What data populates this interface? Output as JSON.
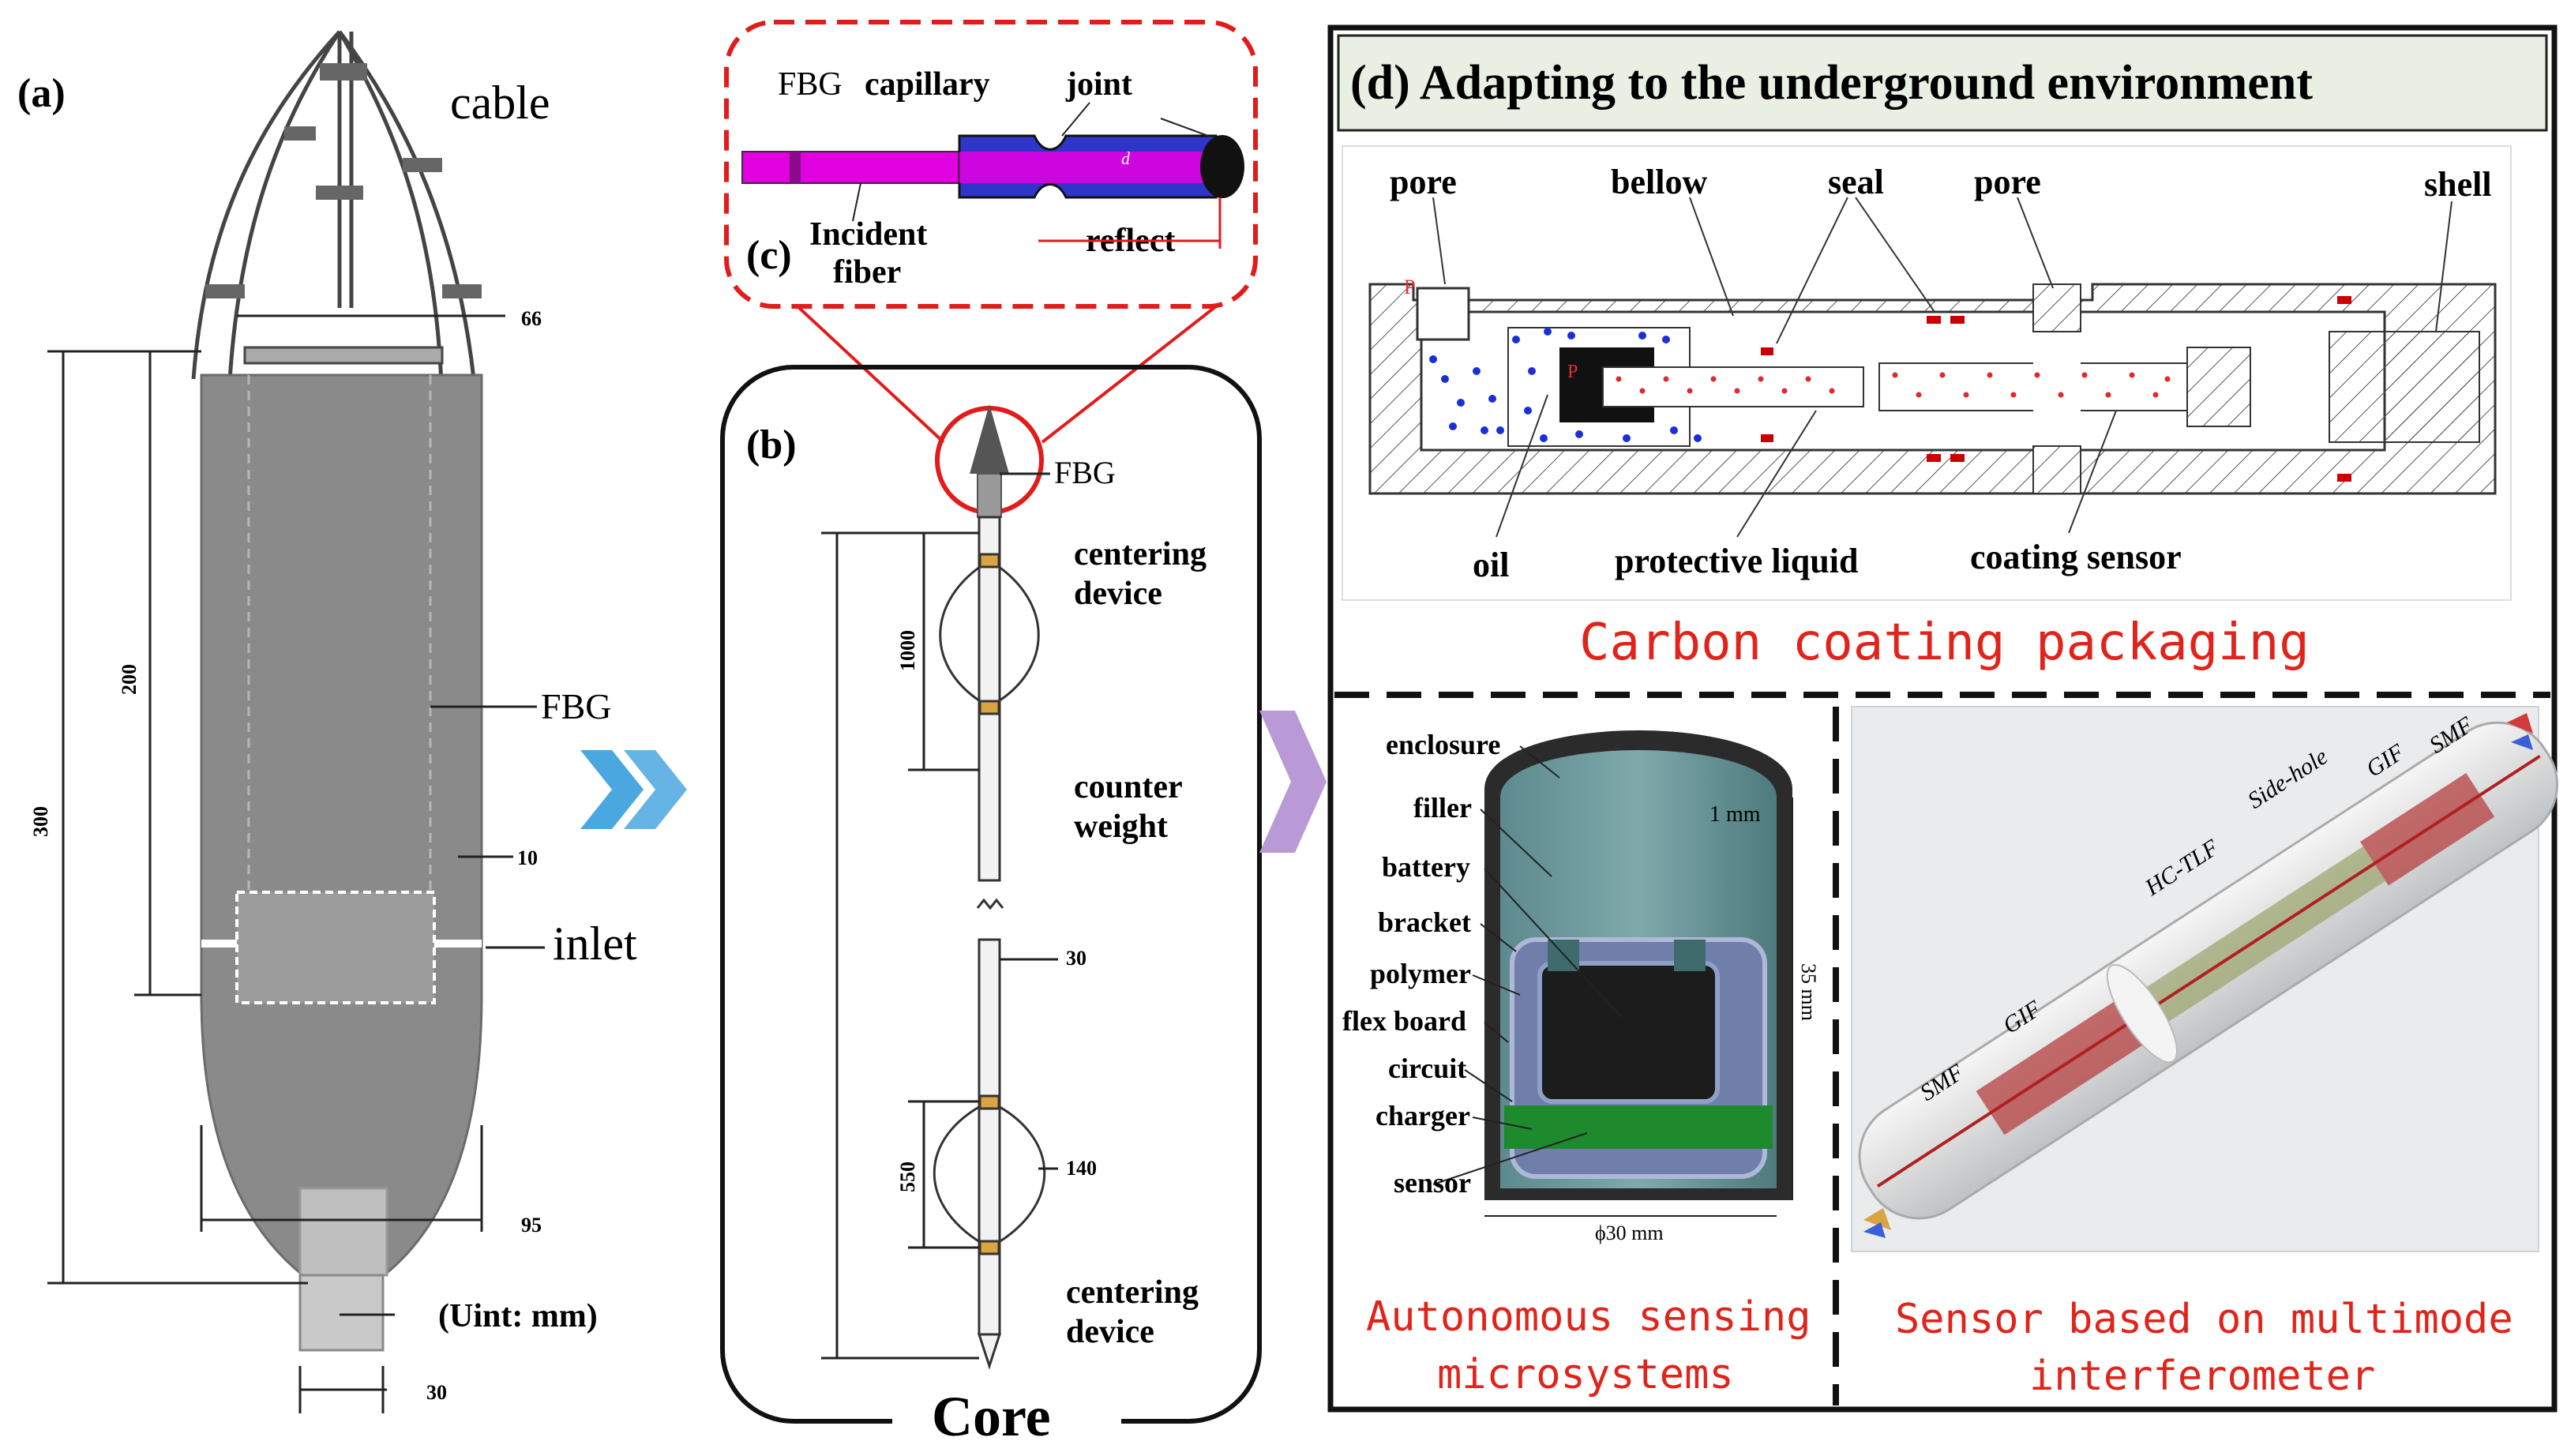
{
  "panel_a": {
    "tag": "(a)",
    "cable": "cable",
    "fbg": "FBG",
    "inlet": "inlet",
    "units": "(Uint: mm)",
    "dims": {
      "top_width": "66",
      "total_height": "300",
      "body_height": "200",
      "side_10": "10",
      "bottom_width": "95",
      "tip_width": "30"
    }
  },
  "panel_b": {
    "tag": "(b)",
    "fbg": "FBG",
    "centering_top_1": "centering",
    "centering_top_2": "device",
    "counter_1": "counter",
    "counter_2": "weight",
    "centering_bottom_1": "centering",
    "centering_bottom_2": "device",
    "core": "Core",
    "dims": {
      "length_1000": "1000",
      "width_30": "30",
      "length_550": "550",
      "width_140": "140"
    }
  },
  "panel_c": {
    "tag": "(c)",
    "fbg": "FBG",
    "capillary": "capillary",
    "joint": "joint",
    "incident_1": "Incident",
    "incident_2": "fiber",
    "reflect": "reflect",
    "d_label": "d"
  },
  "panel_d": {
    "title": "(d) Adapting to the underground environment",
    "carbon": {
      "pore_left": "pore",
      "bellow": "bellow",
      "seal": "seal",
      "pore_right": "pore",
      "shell": "shell",
      "oil": "oil",
      "protective": "protective liquid",
      "coating_sensor": "coating sensor",
      "p1": "P",
      "p2": "P",
      "caption": "Carbon coating packaging"
    },
    "micro": {
      "enclosure": "enclosure",
      "filler": "filler",
      "battery": "battery",
      "bracket": "bracket",
      "polymer": "polymer",
      "flex_board": "flex board",
      "circuit": "circuit",
      "charger": "charger",
      "sensor": "sensor",
      "dim_1mm": "1 mm",
      "dim_35mm": "35 mm",
      "dim_30mm": "ϕ30 mm",
      "caption_1": "Autonomous sensing",
      "caption_2": "microsystems"
    },
    "mmi": {
      "smf_1": "SMF",
      "gif_1": "GIF",
      "hc_tlf": "HC-TLF",
      "side_hole": "Side-hole",
      "gif_2": "GIF",
      "smf_2": "SMF",
      "caption_1": "Sensor based on multimode",
      "caption_2": "interferometer"
    }
  },
  "colors": {
    "red_caption": "#e0241b",
    "magenta_fiber": "#e000e0",
    "blue_capillary": "#2e35c8",
    "dashed_red": "#e21b1b",
    "arrow_blue": "#4aa7e0",
    "arrow_purple": "#b99ad6",
    "probe_gray": "#8a8a8a"
  }
}
